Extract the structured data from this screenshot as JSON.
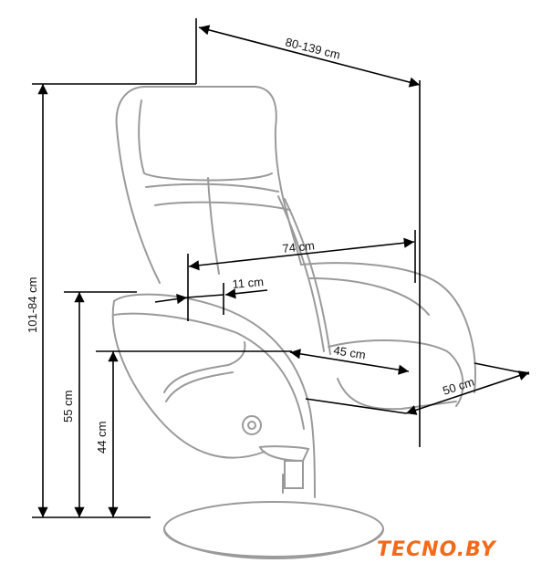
{
  "dimensions": {
    "overall_depth": "80-139 cm",
    "seat_depth_outer": "74 cm",
    "armrest_width": "11 cm",
    "seat_depth": "45 cm",
    "seat_width": "50 cm",
    "overall_height": "101-84 cm",
    "armrest_height": "55 cm",
    "seat_height": "44 cm"
  },
  "logo": {
    "text": "TECNO.BY",
    "color": "#f26a1b"
  }
}
